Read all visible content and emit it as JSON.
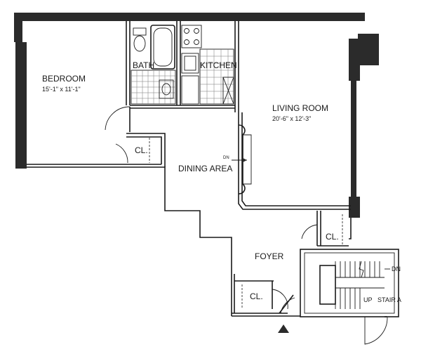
{
  "rooms": {
    "bedroom": {
      "name": "BEDROOM",
      "size": "15'-1\" x 11'-1\""
    },
    "bath": {
      "name": "BATH"
    },
    "kitchen": {
      "name": "KITCHEN"
    },
    "living_room": {
      "name": "LIVING ROOM",
      "size": "20'-6\" x 12'-3\""
    },
    "dining_area": {
      "name": "DINING AREA"
    },
    "foyer": {
      "name": "FOYER"
    },
    "closets": [
      "CL.",
      "CL.",
      "CL."
    ]
  },
  "annotations": {
    "dn_step": "DN",
    "stair_dn": "DN",
    "stair_up": "UP",
    "stair_name": "STAIR A"
  },
  "entry_marker": "entry-arrow-icon"
}
